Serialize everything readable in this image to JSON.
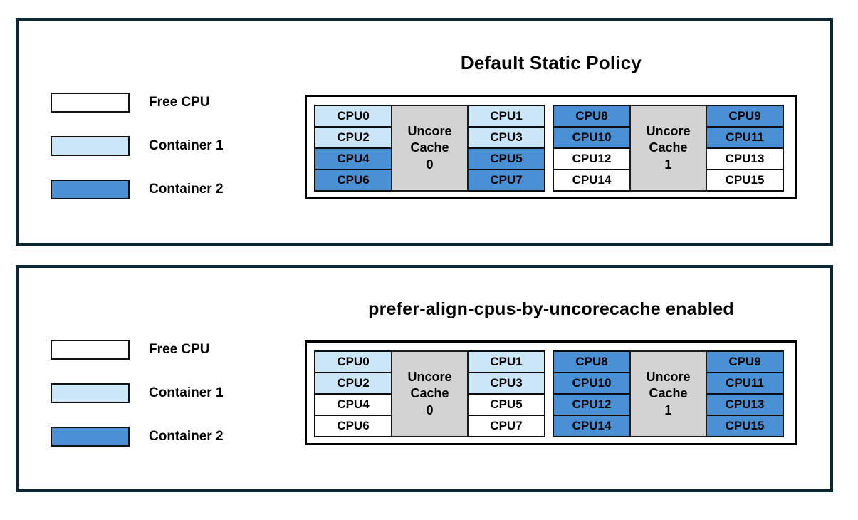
{
  "colors": {
    "free": "#ffffff",
    "container1": "#cbe7f7",
    "container2": "#4a90d5",
    "uncore": "#d3d3d3",
    "panel_border": "#0a2633"
  },
  "legend": {
    "items": [
      {
        "label": "Free CPU",
        "state": "free"
      },
      {
        "label": "Container 1",
        "state": "container1"
      },
      {
        "label": "Container 2",
        "state": "container2"
      }
    ]
  },
  "panels": [
    {
      "title": "Default Static Policy",
      "groups": [
        {
          "cache_name": "Uncore Cache",
          "cache_id": "0",
          "left": [
            {
              "label": "CPU0",
              "state": "container1"
            },
            {
              "label": "CPU2",
              "state": "container1"
            },
            {
              "label": "CPU4",
              "state": "container2"
            },
            {
              "label": "CPU6",
              "state": "container2"
            }
          ],
          "right": [
            {
              "label": "CPU1",
              "state": "container1"
            },
            {
              "label": "CPU3",
              "state": "container1"
            },
            {
              "label": "CPU5",
              "state": "container2"
            },
            {
              "label": "CPU7",
              "state": "container2"
            }
          ]
        },
        {
          "cache_name": "Uncore Cache",
          "cache_id": "1",
          "left": [
            {
              "label": "CPU8",
              "state": "container2"
            },
            {
              "label": "CPU10",
              "state": "container2"
            },
            {
              "label": "CPU12",
              "state": "free"
            },
            {
              "label": "CPU14",
              "state": "free"
            }
          ],
          "right": [
            {
              "label": "CPU9",
              "state": "container2"
            },
            {
              "label": "CPU11",
              "state": "container2"
            },
            {
              "label": "CPU13",
              "state": "free"
            },
            {
              "label": "CPU15",
              "state": "free"
            }
          ]
        }
      ]
    },
    {
      "title": "prefer-align-cpus-by-uncorecache enabled",
      "groups": [
        {
          "cache_name": "Uncore Cache",
          "cache_id": "0",
          "left": [
            {
              "label": "CPU0",
              "state": "container1"
            },
            {
              "label": "CPU2",
              "state": "container1"
            },
            {
              "label": "CPU4",
              "state": "free"
            },
            {
              "label": "CPU6",
              "state": "free"
            }
          ],
          "right": [
            {
              "label": "CPU1",
              "state": "container1"
            },
            {
              "label": "CPU3",
              "state": "container1"
            },
            {
              "label": "CPU5",
              "state": "free"
            },
            {
              "label": "CPU7",
              "state": "free"
            }
          ]
        },
        {
          "cache_name": "Uncore Cache",
          "cache_id": "1",
          "left": [
            {
              "label": "CPU8",
              "state": "container2"
            },
            {
              "label": "CPU10",
              "state": "container2"
            },
            {
              "label": "CPU12",
              "state": "container2"
            },
            {
              "label": "CPU14",
              "state": "container2"
            }
          ],
          "right": [
            {
              "label": "CPU9",
              "state": "container2"
            },
            {
              "label": "CPU11",
              "state": "container2"
            },
            {
              "label": "CPU13",
              "state": "container2"
            },
            {
              "label": "CPU15",
              "state": "container2"
            }
          ]
        }
      ]
    }
  ]
}
